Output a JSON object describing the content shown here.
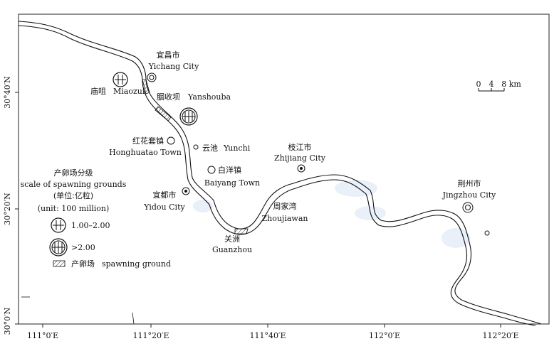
{
  "map": {
    "axes": {
      "x_ticks": [
        "111°0′E",
        "111°20′E",
        "111°40′E",
        "112°0′E",
        "112°20′E"
      ],
      "y_ticks": [
        "30°40′N",
        "30°20′N",
        "30°0′N"
      ]
    },
    "scale_bar": {
      "labels": [
        "0",
        "4",
        "8 km"
      ]
    },
    "places": [
      {
        "cn": "宜昌市",
        "en": "Yichang City"
      },
      {
        "cn": "庙咀",
        "en": "Miaozui"
      },
      {
        "cn": "胭收坝",
        "en": "Yanshouba"
      },
      {
        "cn": "红花套镇",
        "en": "Honghuatao Town"
      },
      {
        "cn": "云池",
        "en": "Yunchi"
      },
      {
        "cn": "白洋镇",
        "en": "Baiyang Town"
      },
      {
        "cn": "宜都市",
        "en": "Yidou City"
      },
      {
        "cn": "枝江市",
        "en": "Zhijiang City"
      },
      {
        "cn": "周家湾",
        "en": "Zhoujiawan"
      },
      {
        "cn": "关洲",
        "en": "Guanzhou"
      },
      {
        "cn": "荆州市",
        "en": "Jingzhou City"
      }
    ],
    "legend": {
      "title_cn": "产卵场分级",
      "title_en": "scale of spawning grounds",
      "unit_cn": "(单位:亿粒)",
      "unit_en": "(unit: 100 million)",
      "items": [
        {
          "label": "1.00–2.00",
          "icon": "spawning-scale-small-icon"
        },
        {
          "label": ">2.00",
          "icon": "spawning-scale-large-icon"
        },
        {
          "label_cn": "产卵场",
          "label_en": "spawning ground",
          "icon": "spawning-ground-hatch-icon"
        }
      ]
    },
    "colors": {
      "river_outline": "#111111",
      "frame": "#222222",
      "shading": "#e6eef8"
    }
  }
}
